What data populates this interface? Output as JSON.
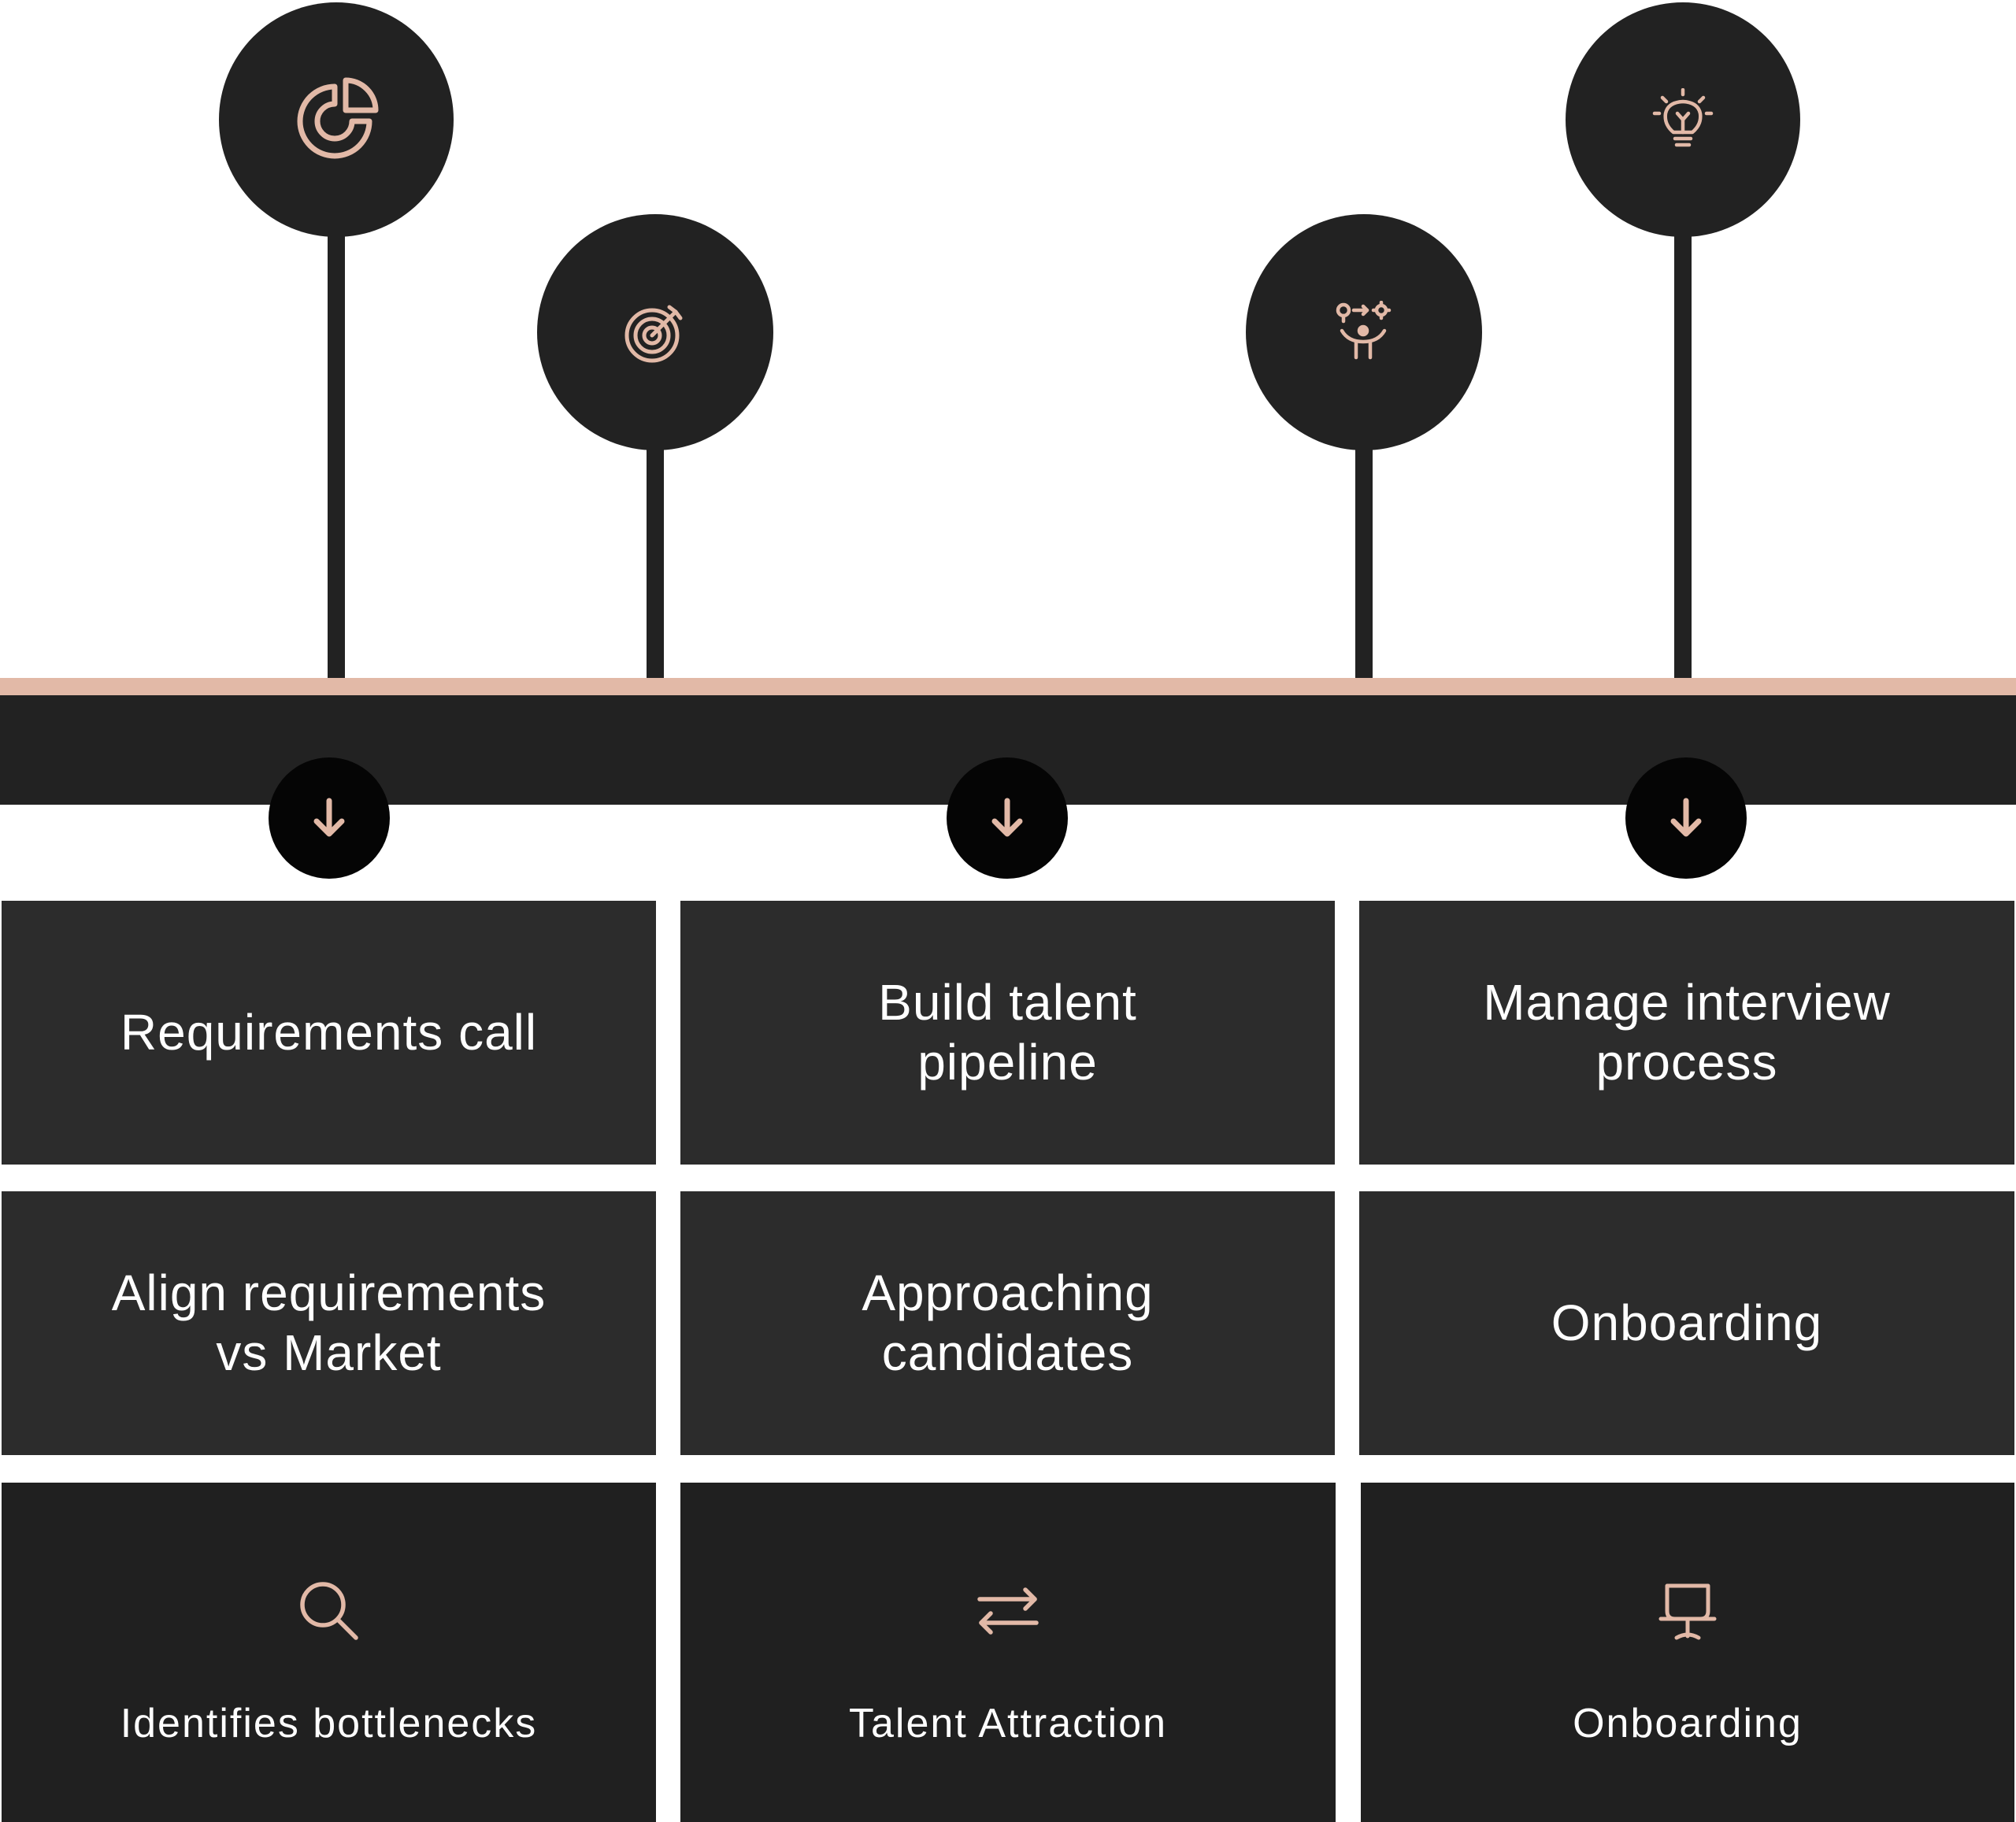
{
  "milestones": [
    {
      "icon": "pie-chart-icon"
    },
    {
      "icon": "target-icon"
    },
    {
      "icon": "process-person-icon"
    },
    {
      "icon": "lightbulb-icon"
    }
  ],
  "arrows": [
    {
      "icon": "arrow-down-icon"
    },
    {
      "icon": "arrow-down-icon"
    },
    {
      "icon": "arrow-down-icon"
    }
  ],
  "columns": [
    {
      "step1": "Requirements call",
      "step2": "Align requirements\nvs Market",
      "footer_label": "Identifies bottlenecks",
      "footer_icon": "search-icon"
    },
    {
      "step1": "Build talent\npipeline",
      "step2": "Approaching\ncandidates",
      "footer_label": "Talent Attraction",
      "footer_icon": "swap-arrows-icon"
    },
    {
      "step1": "Manage interview\nprocess",
      "step2": "Onboarding",
      "footer_label": "Onboarding",
      "footer_icon": "presentation-board-icon"
    }
  ],
  "colors": {
    "accent": "#e2b9a7",
    "dark": "#222222",
    "box": "#2c2c2c",
    "card": "#202020"
  }
}
